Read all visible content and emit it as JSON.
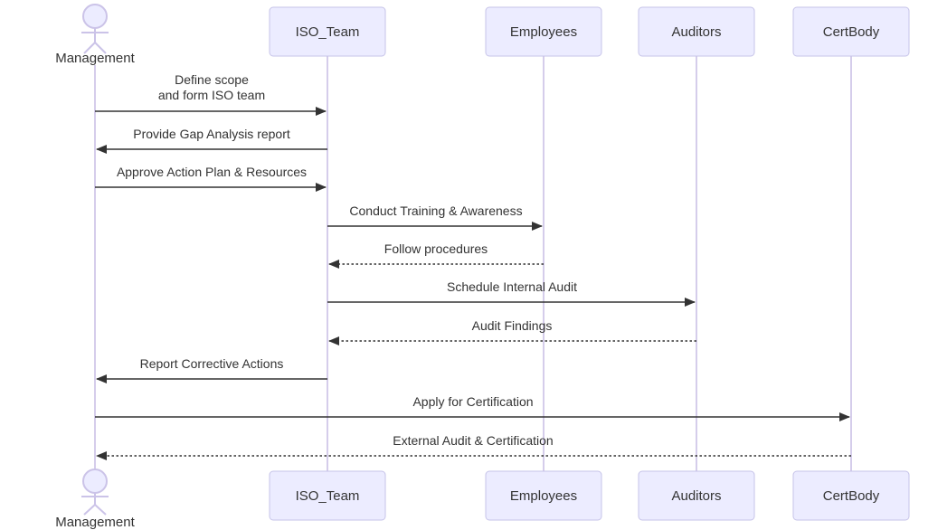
{
  "diagram": {
    "type": "sequence",
    "actors": [
      {
        "name": "Management",
        "kind": "actor"
      },
      {
        "name": "ISO_Team",
        "kind": "participant"
      },
      {
        "name": "Employees",
        "kind": "participant"
      },
      {
        "name": "Auditors",
        "kind": "participant"
      },
      {
        "name": "CertBody",
        "kind": "participant"
      }
    ],
    "messages": [
      {
        "from": "Management",
        "to": "ISO_Team",
        "lines": [
          "Define scope",
          "and form ISO team"
        ],
        "style": "solid"
      },
      {
        "from": "ISO_Team",
        "to": "Management",
        "label": "Provide Gap Analysis report",
        "style": "solid"
      },
      {
        "from": "Management",
        "to": "ISO_Team",
        "label": "Approve Action Plan & Resources",
        "style": "solid"
      },
      {
        "from": "ISO_Team",
        "to": "Employees",
        "label": "Conduct Training & Awareness",
        "style": "solid"
      },
      {
        "from": "Employees",
        "to": "ISO_Team",
        "label": "Follow procedures",
        "style": "dashed"
      },
      {
        "from": "ISO_Team",
        "to": "Auditors",
        "label": "Schedule Internal Audit",
        "style": "solid"
      },
      {
        "from": "Auditors",
        "to": "ISO_Team",
        "label": "Audit Findings",
        "style": "dashed"
      },
      {
        "from": "ISO_Team",
        "to": "Management",
        "label": "Report Corrective Actions",
        "style": "solid"
      },
      {
        "from": "Management",
        "to": "CertBody",
        "label": "Apply for Certification",
        "style": "solid"
      },
      {
        "from": "CertBody",
        "to": "Management",
        "label": "External Audit & Certification",
        "style": "dashed"
      }
    ],
    "colors": {
      "participant_fill": "#ECECFF",
      "participant_border": "#C6C3E8",
      "lifeline": "#D5CDEB",
      "actor_stroke": "#CBC3E8",
      "message_line": "#333333",
      "text": "#333333",
      "background": "#FFFFFF"
    }
  }
}
